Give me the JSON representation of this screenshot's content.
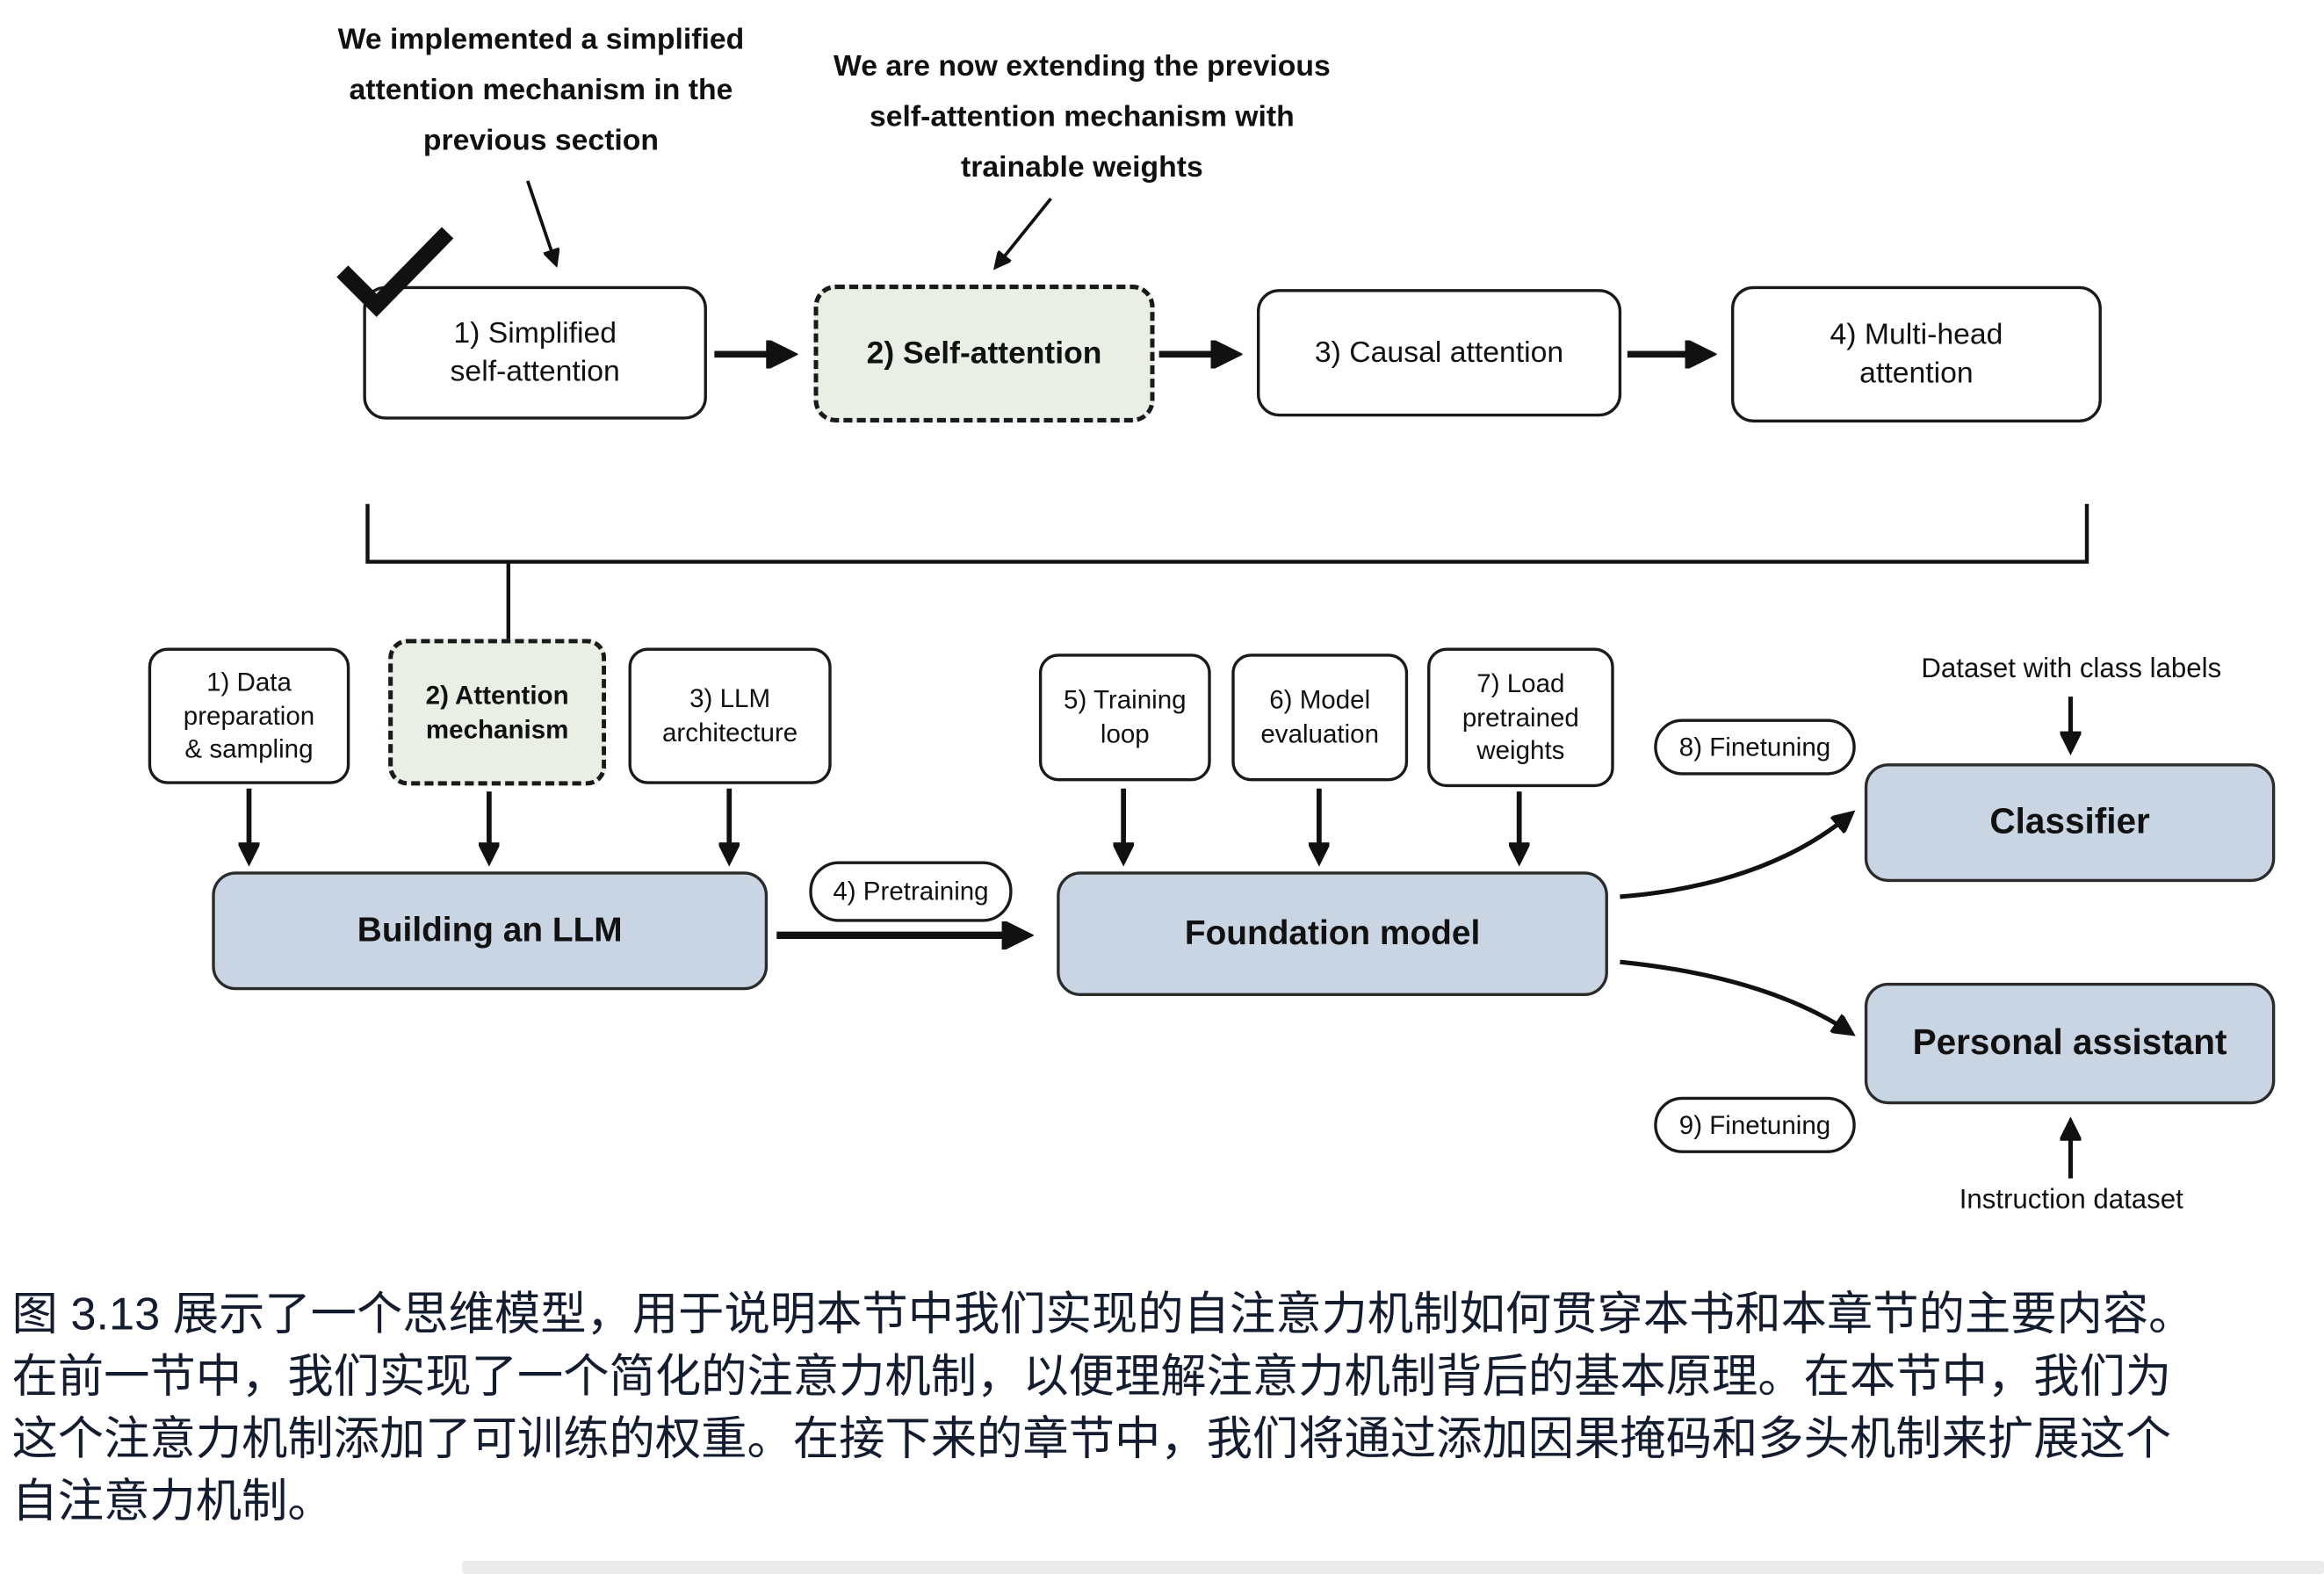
{
  "figure": {
    "notes": [
      "We implemented a simplified\nattention mechanism in the\nprevious section",
      "We are now extending the previous\nself-attention mechanism with\ntrainable weights"
    ],
    "attention_steps": [
      "1) Simplified\nself-attention",
      "2) Self-attention",
      "3) Causal attention",
      "4) Multi-head\nattention"
    ],
    "llm_steps": [
      "1) Data\npreparation\n& sampling",
      "2) Attention\nmechanism",
      "3) LLM\narchitecture"
    ],
    "building_llm": "Building an LLM",
    "pretraining_label": "4) Pretraining",
    "foundation_steps": [
      "5) Training\nloop",
      "6) Model\nevaluation",
      "7) Load\npretrained\nweights"
    ],
    "foundation_model": "Foundation model",
    "finetuning_classifier_label": "8) Finetuning",
    "finetuning_assistant_label": "9) Finetuning",
    "classifier": "Classifier",
    "personal_assistant": "Personal assistant",
    "dataset_with_class_labels": "Dataset with class labels",
    "instruction_dataset": "Instruction dataset"
  },
  "caption": {
    "text": "图 3.13 展示了一个思维模型，用于说明本节中我们实现的自注意力机制如何贯穿本书和本章节的主要内容。\n在前一节中，我们实现了一个简化的注意力机制，以便理解注意力机制背后的基本原理。在本节中，我们为\n这个注意力机制添加了可训练的权重。在接下来的章节中，我们将通过添加因果掩码和多头机制来扩展这个\n自注意力机制。"
  },
  "colors": {
    "highlight_fill": "#e9efe5",
    "model_fill": "#c9d5e2",
    "caption_text": "#141c30",
    "line_color": "#111111"
  }
}
